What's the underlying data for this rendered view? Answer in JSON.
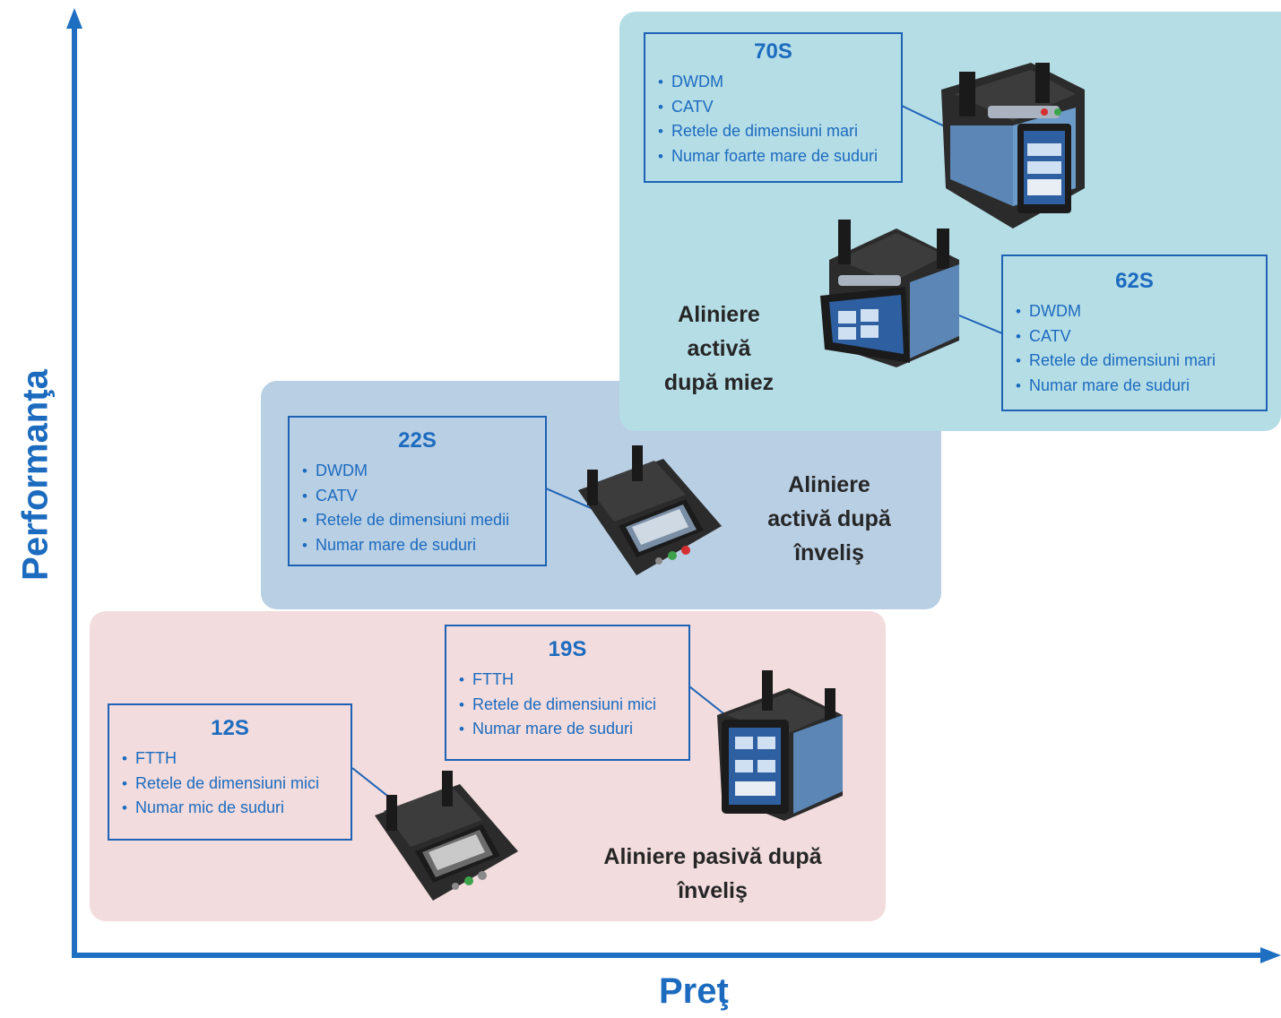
{
  "axes": {
    "y_label": "Performanţa",
    "x_label": "Preţ"
  },
  "tiers": [
    {
      "label_lines": [
        "Aliniere pasivă după",
        "înveliş"
      ],
      "color": "#f2dcdd"
    },
    {
      "label_lines": [
        "Aliniere",
        "activă după",
        "înveliş"
      ],
      "color": "#b9cfe4"
    },
    {
      "label_lines": [
        "Aliniere",
        "activă",
        "după miez"
      ],
      "color": "#b5dde6"
    }
  ],
  "models": [
    {
      "name": "12S",
      "features": [
        "FTTH",
        "Retele de dimensiuni mici",
        "Numar mic de suduri"
      ]
    },
    {
      "name": "19S",
      "features": [
        "FTTH",
        "Retele de dimensiuni mici",
        "Numar mare de suduri"
      ]
    },
    {
      "name": "22S",
      "features": [
        "DWDM",
        "CATV",
        "Retele de dimensiuni medii",
        "Numar mare de suduri"
      ]
    },
    {
      "name": "62S",
      "features": [
        "DWDM",
        "CATV",
        "Retele de dimensiuni mari",
        "Numar mare de suduri"
      ]
    },
    {
      "name": "70S",
      "features": [
        "DWDM",
        "CATV",
        "Retele de dimensiuni mari",
        "Numar foarte mare de suduri"
      ]
    }
  ],
  "colors": {
    "axis": "#1e6fc1",
    "card_border": "#1d62b5",
    "card_text": "#1c6bbf",
    "tier_text": "#262626"
  },
  "icons": [
    "fusion-splicer-12s-image",
    "fusion-splicer-19s-image",
    "fusion-splicer-22s-image",
    "fusion-splicer-62s-image",
    "fusion-splicer-70s-image"
  ]
}
